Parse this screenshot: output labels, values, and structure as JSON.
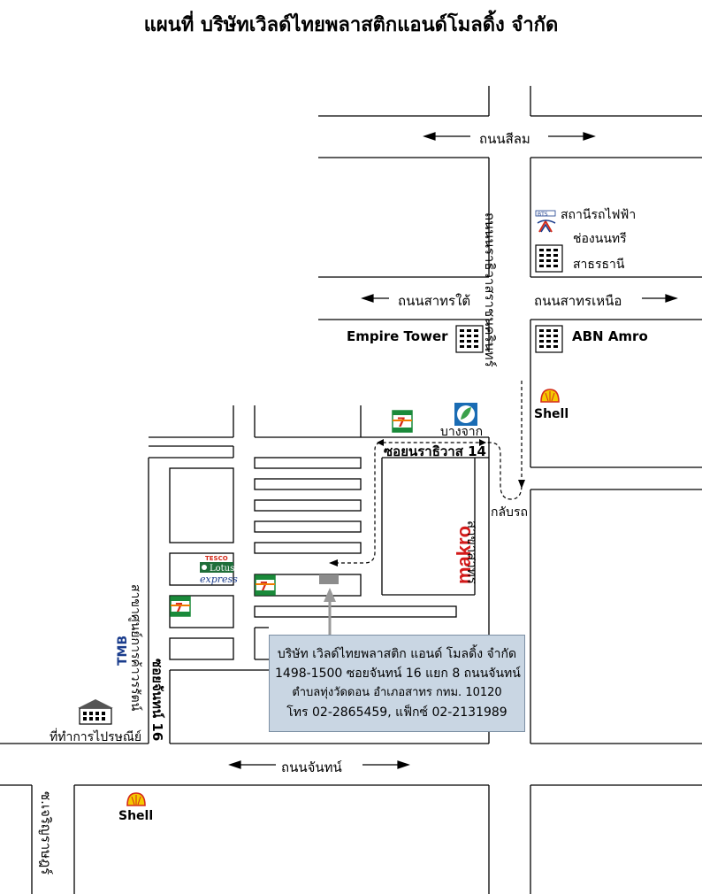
{
  "title": "แผนที่ บริษัทเวิลด์ไทยพลาสติกแอนด์โมลดิ้ง จำกัด",
  "roads": {
    "silom": "ถนนสีลม",
    "sathorn_tai": "ถนนสาทรใต้",
    "sathorn_nuea": "ถนนสาทรเหนือ",
    "chan": "ถนนจันทน์",
    "narathiwat": "ถนนนราธิวาสราชนครินทร์",
    "soi_narathiwat_14": "ซอยนราธิวาส 14",
    "soi_chan_16": "ซอยจันทน์ 16",
    "soi_chan_bottom": "ซ.เจริญราษฎร์"
  },
  "landmarks": {
    "bts_line1": "สถานีรถไฟฟ้า",
    "bts_line2": "ช่องนนทรี",
    "sathorn_thani": "สาธรธานี",
    "empire_tower": "Empire Tower",
    "abn_amro": "ABN Amro",
    "shell": "Shell",
    "bangchak": "บางจาก",
    "u_turn": "กลับรถ",
    "makro_brand": "makro",
    "makro_branch": "สาขาสาทร",
    "tmb_brand": "TMB",
    "tmb_branch": "สาขาศูนย์การค้าวรรัตน์",
    "post_office": "ที่ทำการไปรษณีย์",
    "tesco": "TESCO",
    "lotus": "Lotus",
    "express": "express",
    "seven_eleven": "7",
    "bts_brand": "BTS"
  },
  "company": {
    "line1": "บริษัท เวิลด์ไทยพลาสติก แอนด์ โมลดิ้ง  จำกัด",
    "line2": "1498-1500 ซอยจันทน์ 16 แยก 8 ถนนจันทน์",
    "line3": "ตำบลทุ่งวัดดอน อำเภอสาทร กทม. 10120",
    "line4": "โทร 02-2865459, แฟ็กซ์ 02-2131989"
  },
  "colors": {
    "line": "#000000",
    "infobox_bg": "#c9d6e3",
    "arrow_gray": "#999999",
    "makro_red": "#d31a1a",
    "seven_green": "#1a8a3a",
    "seven_orange": "#f07a00",
    "shell_yellow": "#f5c800",
    "shell_red": "#d42a1a",
    "tmb_blue": "#1a3c8c"
  }
}
